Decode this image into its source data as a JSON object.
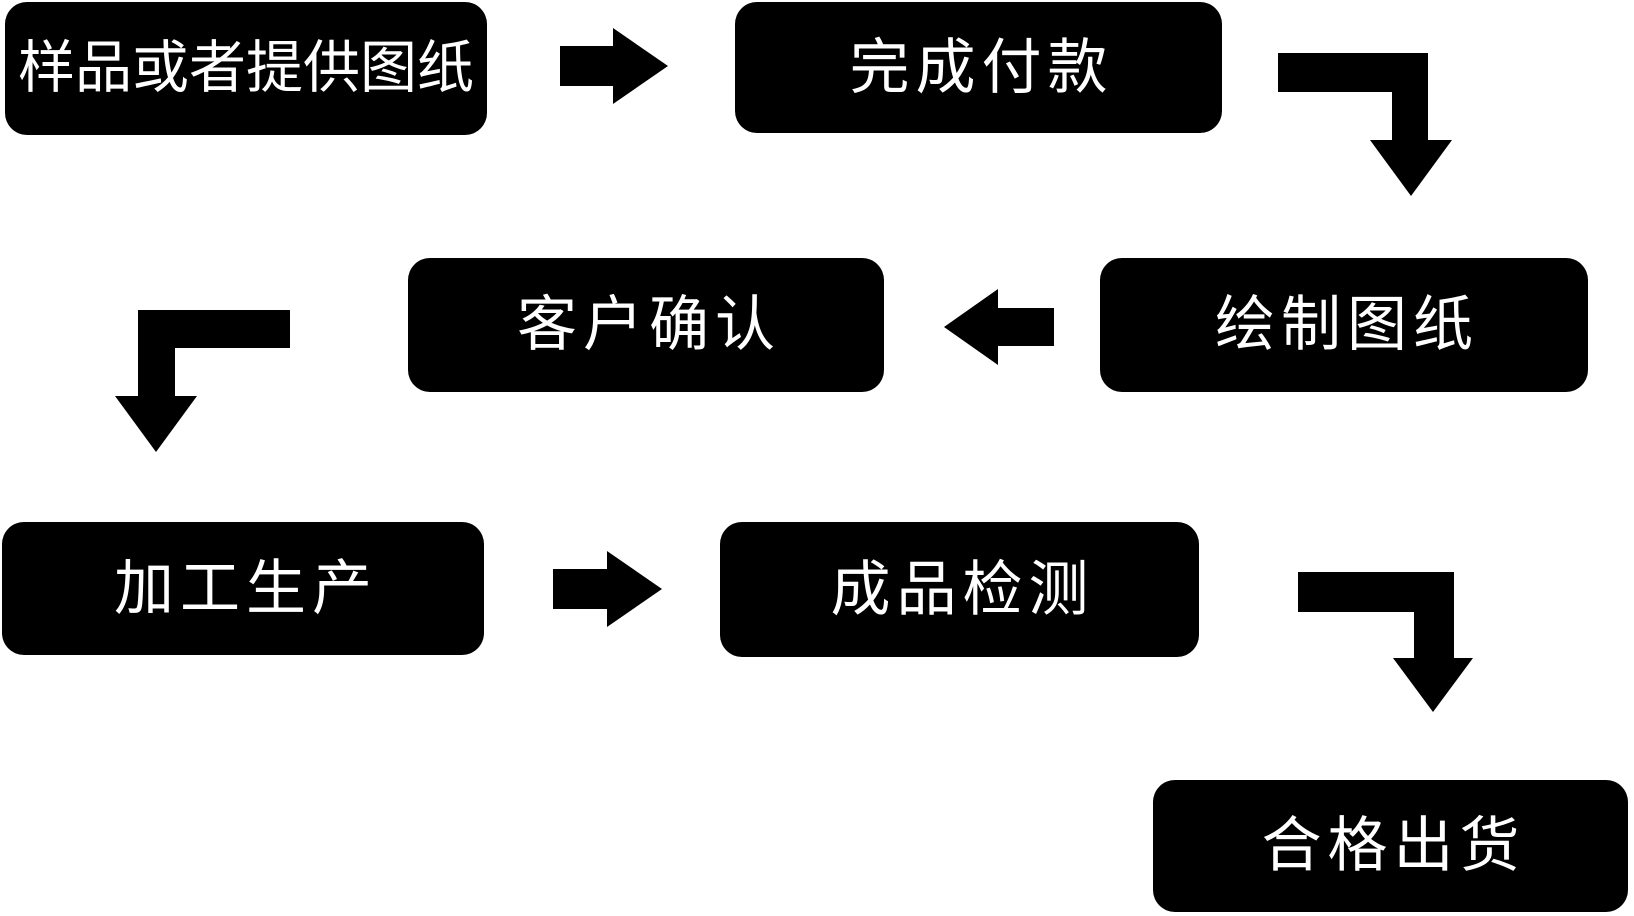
{
  "diagram": {
    "type": "flowchart",
    "background_color": "#ffffff",
    "node_fill_color": "#000000",
    "node_text_color": "#ffffff",
    "arrow_color": "#000000",
    "nodes": [
      {
        "id": "sample",
        "label": "样品或者提供图纸"
      },
      {
        "id": "payment",
        "label": "完成付款"
      },
      {
        "id": "drawing",
        "label": "绘制图纸"
      },
      {
        "id": "confirm",
        "label": "客户确认"
      },
      {
        "id": "production",
        "label": "加工生产"
      },
      {
        "id": "inspection",
        "label": "成品检测"
      },
      {
        "id": "shipping",
        "label": "合格出货"
      }
    ],
    "edges": [
      {
        "from": "sample",
        "to": "payment",
        "shape": "straight-right-arrow"
      },
      {
        "from": "payment",
        "to": "drawing",
        "shape": "elbow-down-arrow"
      },
      {
        "from": "drawing",
        "to": "confirm",
        "shape": "straight-left-arrow"
      },
      {
        "from": "confirm",
        "to": "production",
        "shape": "elbow-down-arrow"
      },
      {
        "from": "production",
        "to": "inspection",
        "shape": "straight-right-arrow"
      },
      {
        "from": "inspection",
        "to": "shipping",
        "shape": "elbow-down-arrow"
      }
    ]
  }
}
